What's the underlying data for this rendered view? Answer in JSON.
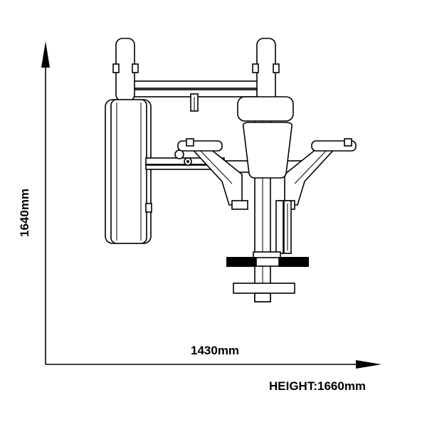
{
  "dimensions": {
    "width_label": "1430mm",
    "depth_label": "1640mm",
    "height_label": "HEIGHT:1660mm"
  },
  "colors": {
    "line": "#000000",
    "background": "#ffffff"
  }
}
